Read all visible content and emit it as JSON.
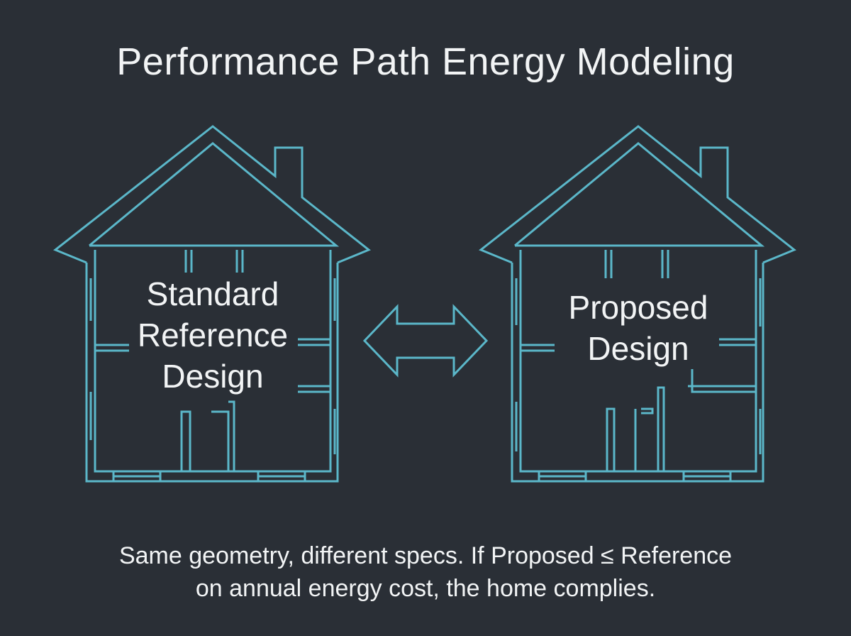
{
  "title": "Performance Path Energy Modeling",
  "left_house": {
    "label_lines": [
      "Standard",
      "Reference",
      "Design"
    ],
    "icon": "house-floorplan-icon"
  },
  "right_house": {
    "label_lines": [
      "Proposed",
      "Design"
    ],
    "icon": "house-floorplan-icon"
  },
  "comparison_icon": "double-arrow-icon",
  "caption_lines": [
    "Same geometry, different specs. If Proposed ≤ Reference",
    "on annual energy cost, the home complies."
  ],
  "colors": {
    "background": "#2a2f36",
    "line": "#5bb7c9",
    "text": "#f2f4f5"
  }
}
